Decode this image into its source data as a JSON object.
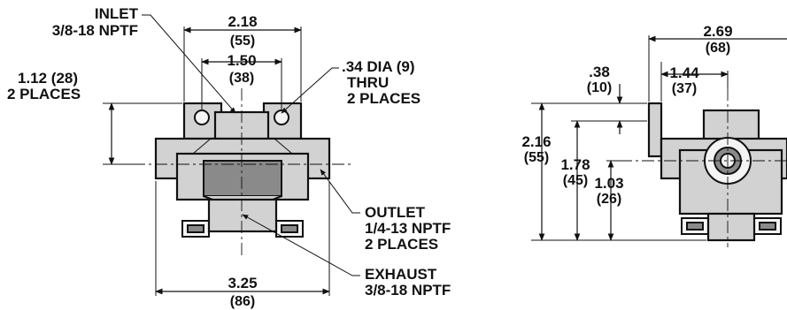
{
  "front_view": {
    "inlet": {
      "name": "INLET",
      "thread": "3/8-18 NPTF"
    },
    "width_overall": {
      "in": "2.18",
      "mm": "(55)"
    },
    "hole_spacing": {
      "in": "1.50",
      "mm": "(38)"
    },
    "hole_dia": {
      "line1": ".34 DIA (9)",
      "line2": "THRU",
      "line3": "2 PLACES"
    },
    "height": {
      "line1": "1.12 (28)",
      "line2": "2 PLACES"
    },
    "outlet": {
      "name": "OUTLET",
      "thread": "1/4-13 NPTF",
      "places": "2 PLACES"
    },
    "exhaust": {
      "name": "EXHAUST",
      "thread": "3/8-18 NPTF"
    },
    "base_width": {
      "in": "3.25",
      "mm": "(86)"
    }
  },
  "side_view": {
    "overall_depth": {
      "in": "2.69",
      "mm": "(68)"
    },
    "bracket_offset": {
      "in": ".38",
      "mm": "(10)"
    },
    "port_offset": {
      "in": "1.44",
      "mm": "(37)"
    },
    "overall_height": {
      "in": "2.16",
      "mm": "(55)"
    },
    "center_height": {
      "in": "1.78",
      "mm": "(45)"
    },
    "port_height": {
      "in": "1.03",
      "mm": "(26)"
    }
  }
}
